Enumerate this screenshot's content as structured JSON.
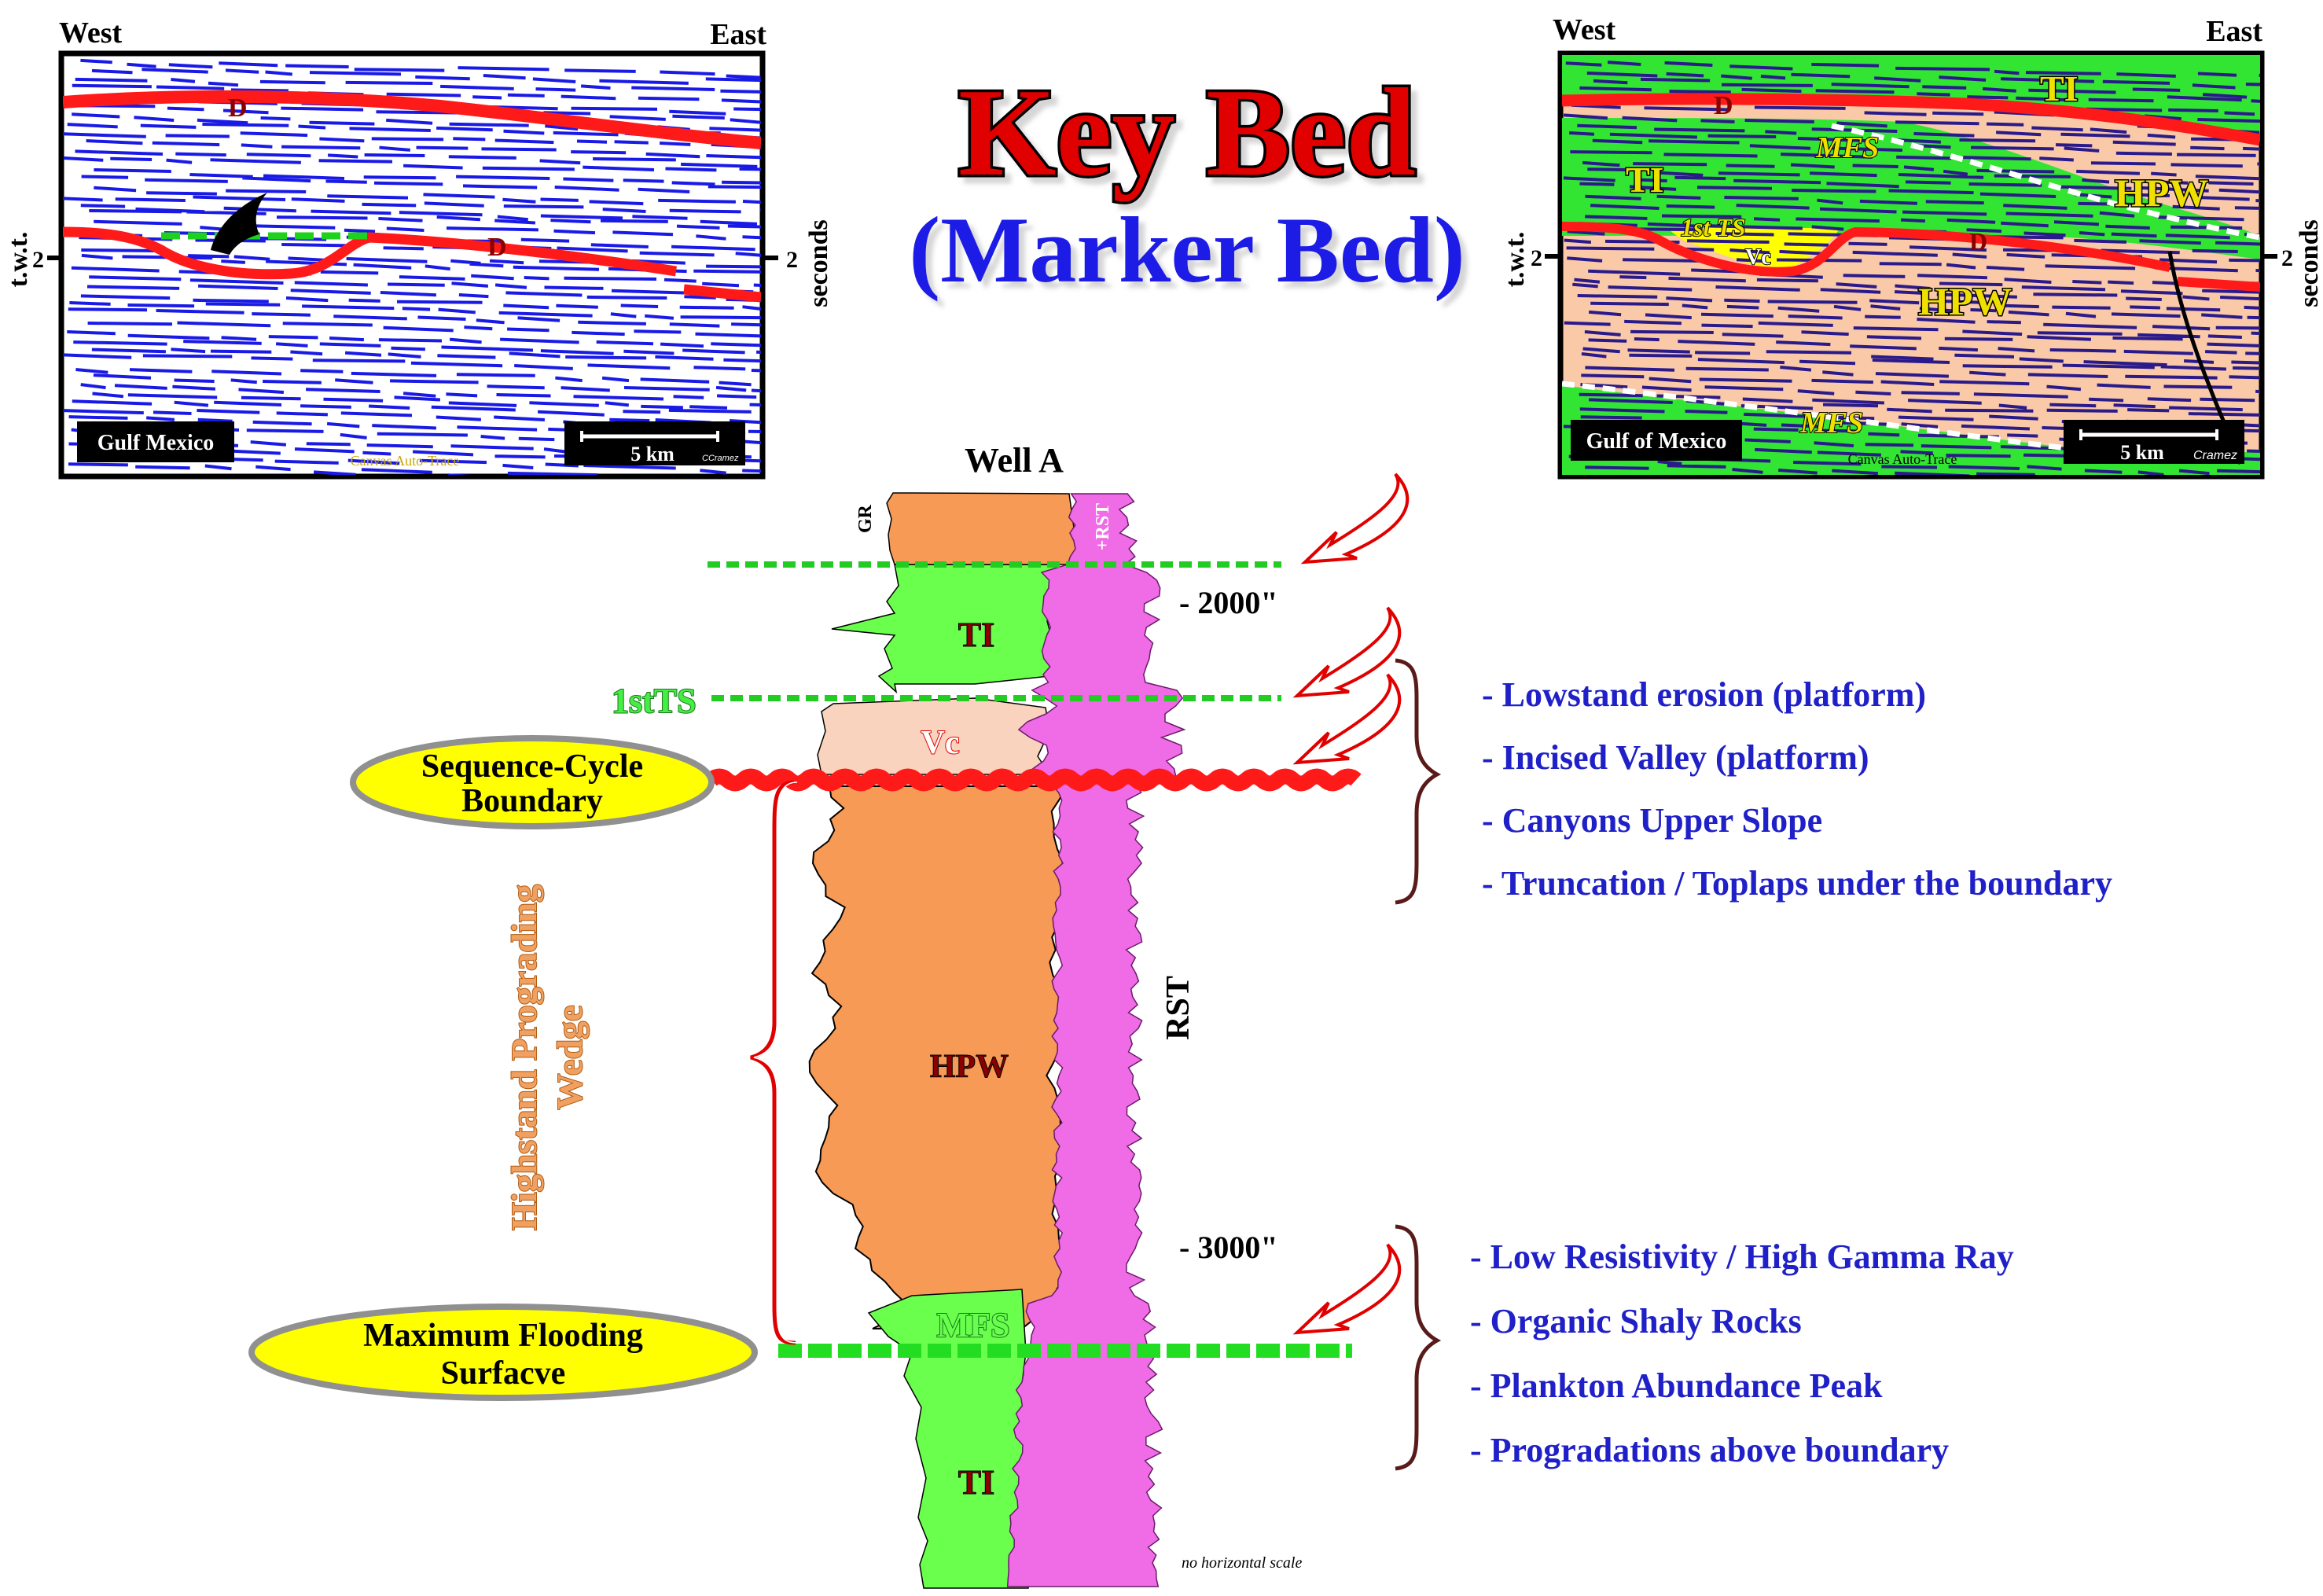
{
  "title": {
    "main": "Key Bed",
    "sub": "(Marker Bed)"
  },
  "left_section": {
    "west": "West",
    "east": "East",
    "twt_axis": "t.w.t.",
    "seconds_axis": "seconds",
    "tick_left": "2",
    "tick_right": "2",
    "horizon_upper": "D",
    "horizon_lower": "D",
    "region": "Gulf Mexico",
    "scale": "5 km",
    "credit": "CCramez",
    "method": "Canvas Auto-Trace"
  },
  "right_section": {
    "west": "West",
    "east": "East",
    "twt_axis": "t.w.t.",
    "seconds_axis": "seconds",
    "tick_left": "2",
    "tick_right": "2",
    "horizon_upper": "D",
    "horizon_lower": "D",
    "ti_top": "TI",
    "ti_left": "TI",
    "mfs_upper": "MFS",
    "mfs_lower": "MFS",
    "hpw_upper": "HPW",
    "hpw_lower": "HPW",
    "ts_label": "1st TS",
    "vc_label": "Vc",
    "region": "Gulf of Mexico",
    "scale": "5 km",
    "credit": "Cramez",
    "method": "Canvas Auto-Trace"
  },
  "well": {
    "name": "Well  A",
    "gr_label": "GR",
    "rst_curve_label": "+RST",
    "rst_label": "RST",
    "depth_2000": "- 2000\"",
    "depth_3000": "- 3000\"",
    "unit_ti_upper": "TI",
    "unit_vc": "Vc",
    "unit_hpw": "HPW",
    "unit_mfs": "MFS",
    "unit_ti_lower": "TI",
    "ts_marker": "1stTS",
    "note": "no horizontal scale"
  },
  "callouts": {
    "sequence_boundary": [
      "Sequence-Cycle",
      "Boundary"
    ],
    "mfs": [
      "Maximum Flooding",
      "Surfacve"
    ],
    "wedge": [
      "Highstand Prograding",
      "Wedge"
    ]
  },
  "boundary_criteria": [
    "- Lowstand erosion (platform)",
    "- Incised Valley (platform)",
    "- Canyons Upper Slope",
    "- Truncation / Toplaps under the boundary"
  ],
  "mfs_criteria": [
    "- Low Resistivity / High  Gamma Ray",
    "- Organic Shaly Rocks",
    "- Plankton Abundance Peak",
    "- Progradations above boundary"
  ],
  "colors": {
    "red_horizon": "#ff1a1a",
    "blue_title": "#1a1ae6",
    "green_unit": "#66ff4d",
    "orange_hpw": "#f79a55",
    "pink_rst": "#f06be6",
    "peach_vc": "#f9d3bd",
    "callout_yellow": "#ffff00",
    "list_blue": "#2020c8"
  }
}
